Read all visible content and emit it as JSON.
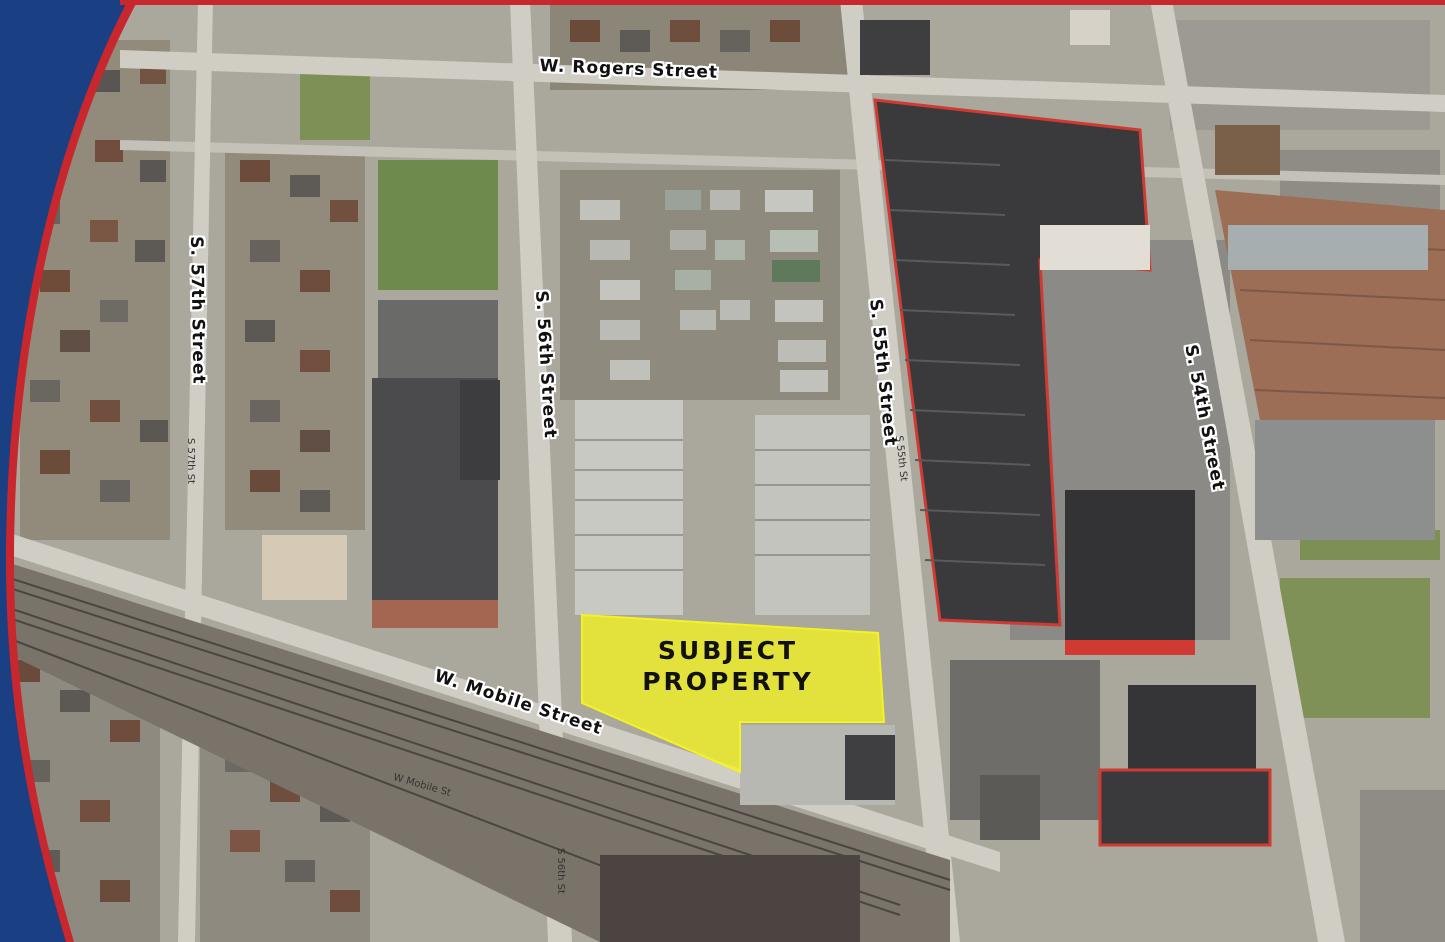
{
  "map": {
    "view": "aerial oblique",
    "streets": {
      "rogers": "W. Rogers Street",
      "s57": "S. 57th Street",
      "s56": "S. 56th Street",
      "s55": "S. 55th Street",
      "s54": "S. 54th Street",
      "mobile": "W. Mobile Street"
    },
    "street_signs": {
      "s57_sign": "S 57th St",
      "s55_sign": "S 55th St",
      "mobile_sign": "W Mobile St",
      "s56_sign": "S 56th St"
    },
    "subject": {
      "line1": "SUBJECT",
      "line2": "PROPERTY",
      "highlight_color": "#f4f222"
    },
    "colors": {
      "accent_blue": "#1a3f82",
      "accent_red": "#c8272d",
      "roof_dark": "#3a3a3c",
      "roof_light": "#c9c9c4"
    }
  }
}
